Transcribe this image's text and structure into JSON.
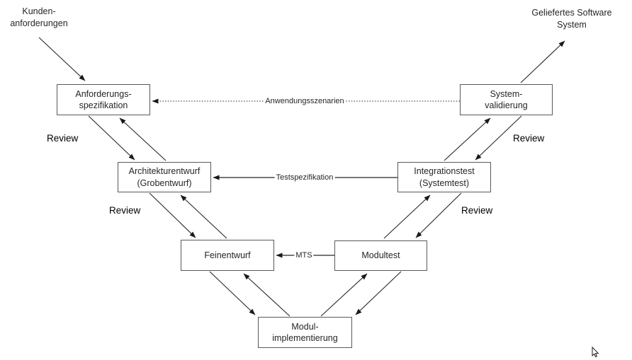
{
  "external_labels": {
    "input": {
      "line1": "Kunden-",
      "line2": "anforderungen"
    },
    "output": {
      "line1": "Geliefertes Software",
      "line2": "System"
    }
  },
  "nodes": {
    "anforderungsspezifikation": {
      "line1": "Anforderungs-",
      "line2": "spezifikation"
    },
    "architekturentwurf": {
      "line1": "Architekturentwurf",
      "line2": "(Grobentwurf)"
    },
    "feinentwurf": {
      "line1": "Feinentwurf"
    },
    "modulimplementierung": {
      "line1": "Modul-",
      "line2": "implementierung"
    },
    "modultest": {
      "line1": "Modultest"
    },
    "integrationstest": {
      "line1": "Integrationstest",
      "line2": "(Systemtest)"
    },
    "systemvalidierung": {
      "line1": "System-",
      "line2": "validierung"
    }
  },
  "connector_labels": {
    "anwendungsszenarien": "Anwendungsszenarien",
    "testspezifikation": "Testspezifikation",
    "mts": "MTS"
  },
  "review_labels": [
    "Review",
    "Review",
    "Review",
    "Review"
  ],
  "colors": {
    "background": "#ffffff",
    "box_border": "#595959",
    "line": "#262626",
    "text": "#262626"
  }
}
